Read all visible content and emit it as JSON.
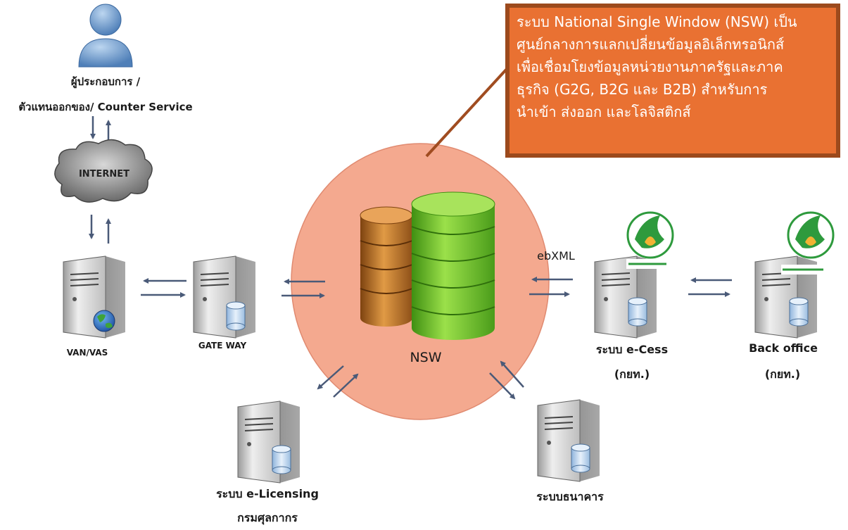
{
  "callout": {
    "lines": [
      "ระบบ National Single Window (NSW) เป็น",
      "ศูนย์กลางการแลกเปลี่ยนข้อมูลอิเล็กทรอนิกส์",
      "เพื่อเชื่อมโยงข้อมูลหน่วยงานภาครัฐและภาค",
      "ธุรกิจ (G2G, B2G และ B2B) สำหรับการ",
      "นำเข้า ส่งออก และโลจิสติกส์"
    ]
  },
  "nodes": {
    "user_line1": "ผู้ประกอบการ /",
    "user_line2": "ตัวแทนออกของ/ Counter Service",
    "internet": "INTERNET",
    "van": "VAN/VAS",
    "gateway": "GATE WAY",
    "nsw": "NSW",
    "ebxml": "ebXML",
    "ecess_line1": "ระบบ e-Cess",
    "ecess_line2": "(กยท.)",
    "backoffice_line1": "Back office",
    "backoffice_line2": "(กยท.)",
    "elicensing_line1": "ระบบ e-Licensing",
    "elicensing_line2": "กรมศุลกากร",
    "bank": "ระบบธนาคาร"
  },
  "colors": {
    "callout_fill": "#e97132",
    "callout_border": "#9c4a1d",
    "nsw_circle": "#f4a98f",
    "arrow": "#4a5a78",
    "db_green": "#6cc02a",
    "db_orange": "#c6782a",
    "logo_green": "#2e9a3d"
  }
}
